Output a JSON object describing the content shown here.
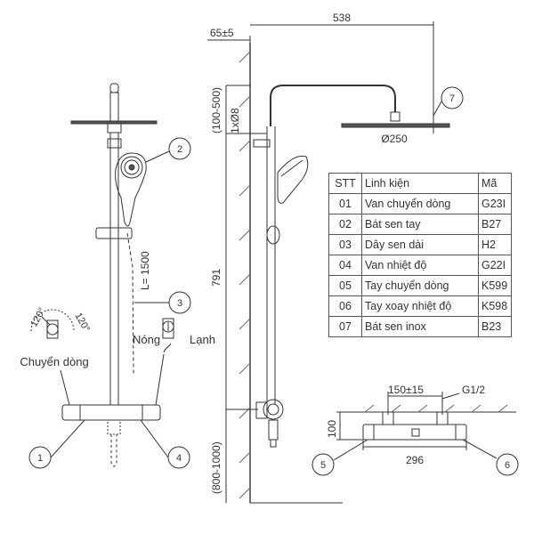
{
  "left_view": {
    "hose_length": "L= 1500",
    "angle_left": "120°",
    "angle_right": "120°",
    "diverter_label": "Chuyển dòng",
    "hot_label": "Nóng",
    "cold_label": "Lạnh",
    "callouts": [
      "1",
      "2",
      "3",
      "4"
    ]
  },
  "side_view": {
    "wall_offset": "65±5",
    "arm_length": "538",
    "top_adjust": "(100-500)",
    "pipe_dia": "1xØ8",
    "height": "791",
    "bottom_range": "(800-1000)",
    "head_dia": "Ø250",
    "callout": "7"
  },
  "mixer_view": {
    "center_distance": "150±15",
    "thread": "G1/2",
    "depth": "100",
    "width": "296",
    "callouts": [
      "5",
      "6"
    ]
  },
  "parts_table": {
    "headers": [
      "STT",
      "Linh kiện",
      "Mã"
    ],
    "rows": [
      [
        "01",
        "Van chuyển dòng",
        "G23I"
      ],
      [
        "02",
        "Bát sen tay",
        "B27"
      ],
      [
        "03",
        "Dây sen dài",
        "H2"
      ],
      [
        "04",
        "Van nhiệt độ",
        "G22I"
      ],
      [
        "05",
        "Tay chuyển dòng",
        "K599"
      ],
      [
        "06",
        "Tay xoay nhiệt độ",
        "K598"
      ],
      [
        "07",
        "Bát sen inox",
        "B23"
      ]
    ]
  }
}
